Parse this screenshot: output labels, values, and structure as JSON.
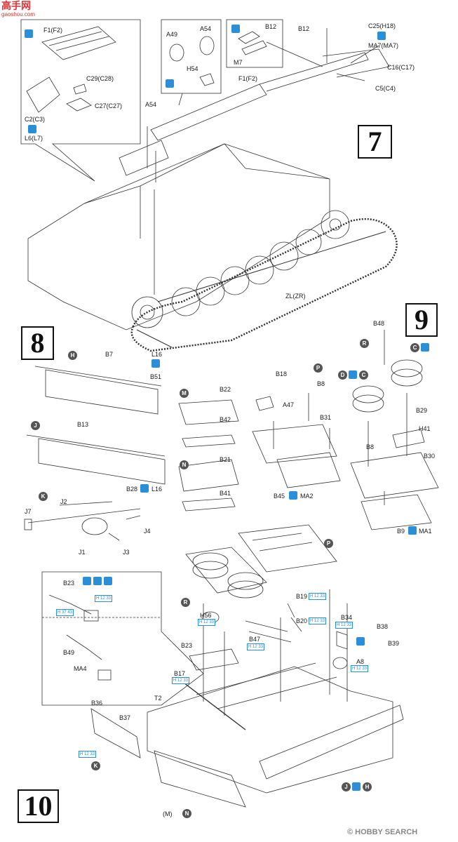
{
  "watermark_top": {
    "brand": "高手网",
    "site": "gaoshou.com"
  },
  "watermark_bottom": {
    "text": "HOBBY SEARCH",
    "symbol": "©"
  },
  "steps": {
    "s7": "7",
    "s8": "8",
    "s9": "9",
    "s10": "10"
  },
  "step7": {
    "inset1": {
      "f1": "F1(F2)",
      "c29": "C29(C28)",
      "c27": "C27(C27)",
      "c2": "C2(C3)",
      "l6": "L6(L7)"
    },
    "inset2": {
      "a49": "A49",
      "a54": "A54",
      "h54": "H54"
    },
    "inset3": {
      "b12": "B12",
      "m7": "M7"
    },
    "main": {
      "b12": "B12",
      "c25": "C25(H18)",
      "ma7": "MA7(MA7)",
      "c16": "C16(C17)",
      "c5": "C5(C4)",
      "f1": "F1(F2)",
      "a54": "A54",
      "zl": "ZL(ZR)"
    }
  },
  "step8": {
    "h": "H",
    "b7": "B7",
    "l16a": "L16",
    "b51": "B51",
    "j": "J",
    "b13": "B13",
    "b28": "B28",
    "l16b": "L16",
    "k": "K",
    "j7": "J7",
    "j2": "J2",
    "j4": "J4",
    "j1": "J1",
    "j3": "J3",
    "m": "M",
    "b22": "B22",
    "b42": "B42",
    "n": "N",
    "b21": "B21",
    "b41": "B41",
    "p": "P",
    "b18": "B18",
    "b8": "B8",
    "a47": "A47",
    "b31": "B31",
    "b45": "B45",
    "ma2": "MA2"
  },
  "step9": {
    "r": "R",
    "b48": "B48",
    "c": "C",
    "d": "D",
    "c2": "C",
    "b29": "B29",
    "h41": "H41",
    "b8": "B8",
    "b30": "B30",
    "b9": "B9",
    "ma1": "MA1"
  },
  "step10": {
    "inset": {
      "b23": "B23",
      "b49": "B49",
      "ma4": "MA4",
      "tag1": "H 12 33",
      "tag2": "H 37 43"
    },
    "r": "R",
    "p": "P",
    "h56": "H56",
    "b19": "B19",
    "b20": "B20",
    "b34": "B34",
    "b38": "B38",
    "b39": "B39",
    "b47": "B47",
    "a8": "A8",
    "b23": "B23",
    "b17": "B17",
    "t2": "T2",
    "b36": "B36",
    "b37": "B37",
    "k": "K",
    "j": "J",
    "h": "H",
    "m": "(M)",
    "n": "N",
    "tag": "H 12 33"
  }
}
